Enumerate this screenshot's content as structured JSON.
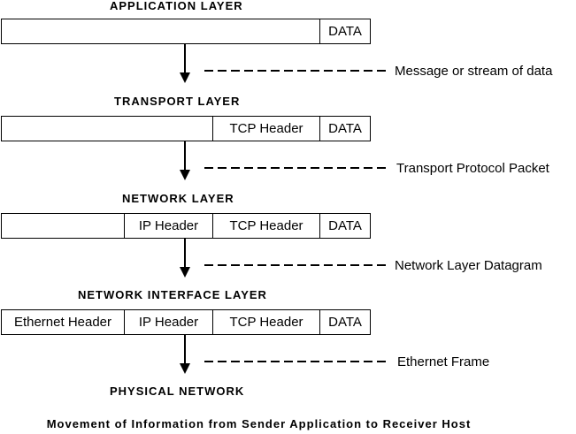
{
  "layers": {
    "application": {
      "title": "APPLICATION LAYER",
      "data": "DATA",
      "annotation": "Message or stream of data"
    },
    "transport": {
      "title": "TRANSPORT LAYER",
      "tcp_header": "TCP Header",
      "data": "DATA",
      "annotation": "Transport Protocol Packet"
    },
    "network": {
      "title": "NETWORK LAYER",
      "ip_header": "IP Header",
      "tcp_header": "TCP Header",
      "data": "DATA",
      "annotation": "Network Layer Datagram"
    },
    "network_interface": {
      "title": "NETWORK INTERFACE LAYER",
      "ethernet_header": "Ethernet Header",
      "ip_header": "IP Header",
      "tcp_header": "TCP Header",
      "data": "DATA",
      "annotation": "Ethernet Frame"
    },
    "physical": {
      "title": "PHYSICAL NETWORK"
    }
  },
  "caption": "Movement of Information from Sender Application to Receiver Host"
}
